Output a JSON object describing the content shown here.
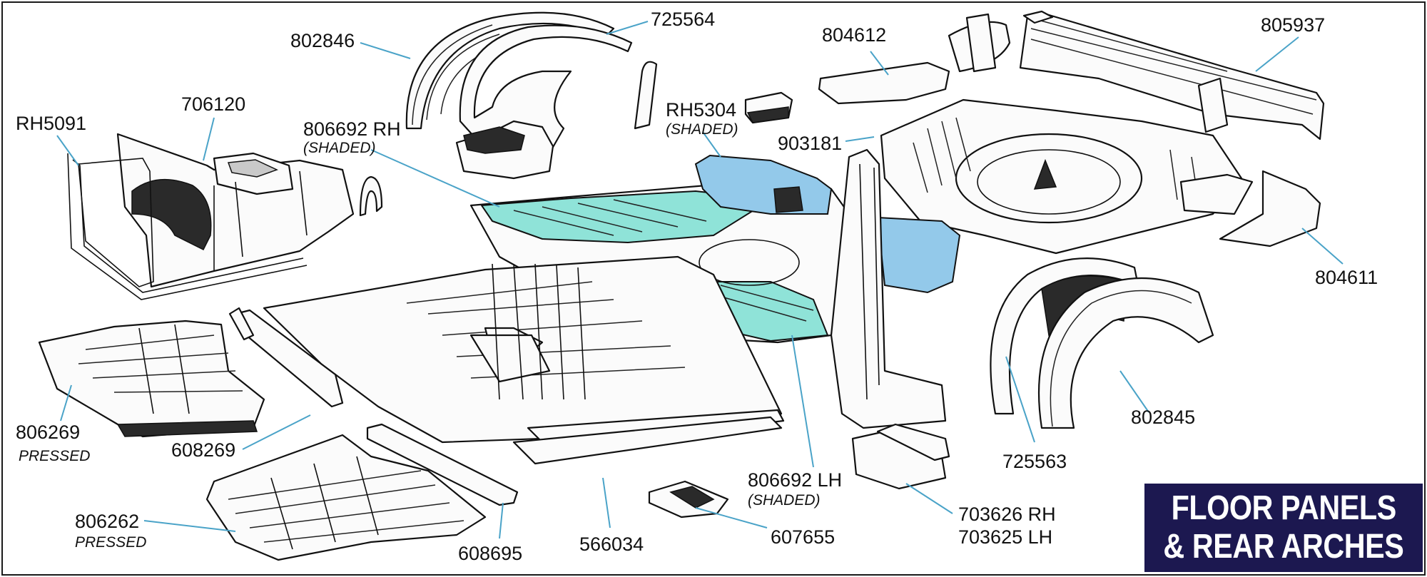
{
  "title": {
    "line1": "FLOOR PANELS",
    "line2": "& REAR ARCHES"
  },
  "colors": {
    "title_background": "#1c1850",
    "title_text": "#ffffff",
    "leader_lines": "#4aa3c8",
    "shaded_rh": "#8fe3d8",
    "shaded_rh5304": "#93c9ea"
  },
  "labels": {
    "p802846": "802846",
    "p725564": "725564",
    "p804612": "804612",
    "p805937": "805937",
    "pRH5091": "RH5091",
    "p706120": "706120",
    "p806692rh": "806692 RH",
    "p806692rh_note": "(SHADED)",
    "pRH5304": "RH5304",
    "pRH5304_note": "(SHADED)",
    "p903181": "903181",
    "p804611": "804611",
    "p806269": "806269",
    "p806269_note": "PRESSED",
    "p608269": "608269",
    "p802845": "802845",
    "p725563": "725563",
    "p806692lh": "806692 LH",
    "p806692lh_note": "(SHADED)",
    "p703626": "703626 RH",
    "p703625": "703625 LH",
    "p806262": "806262",
    "p806262_note": "PRESSED",
    "p608695": "608695",
    "p566034": "566034",
    "p607655": "607655"
  }
}
